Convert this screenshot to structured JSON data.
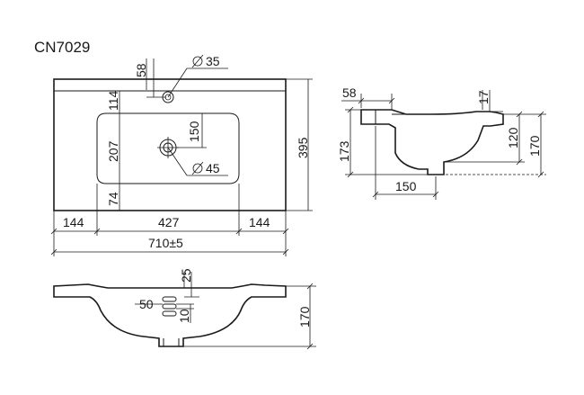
{
  "title": "CN7029",
  "colors": {
    "line": "#1a1a1a",
    "background": "#ffffff"
  },
  "top_view": {
    "d_58": "58",
    "d_35": "35",
    "d_114": "114",
    "d_150": "150",
    "d_207": "207",
    "d_45": "45",
    "d_74": "74",
    "d_395": "395",
    "d_144_left": "144",
    "d_427": "427",
    "d_144_right": "144",
    "d_710": "710±5"
  },
  "side_view": {
    "d_58": "58",
    "d_17": "17",
    "d_173": "173",
    "d_120": "120",
    "d_170": "170",
    "d_150": "150"
  },
  "front_view": {
    "d_25": "25",
    "d_50": "50",
    "d_10": "10",
    "d_170": "170"
  },
  "symbols": {
    "diameter": "Ø"
  }
}
